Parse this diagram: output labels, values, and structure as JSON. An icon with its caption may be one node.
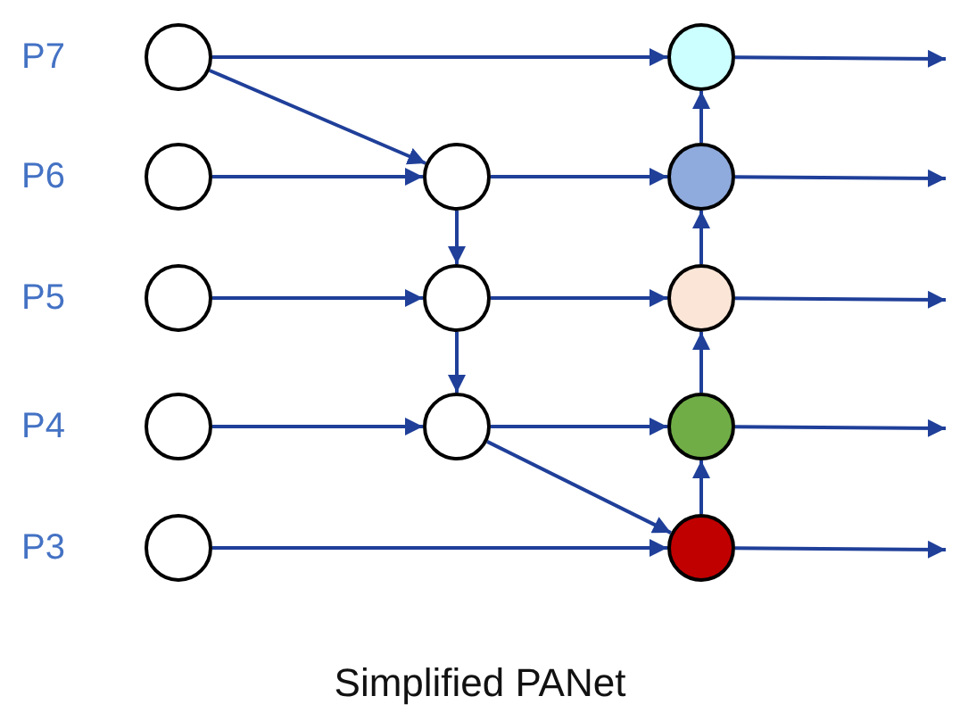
{
  "diagram": {
    "caption": "Simplified PANet",
    "nodes": [
      {
        "text": [],
        "shape": "circle"
      },
      {
        "text": [],
        "shape": "circle"
      },
      {
        "text": [],
        "shape": "circle"
      },
      {
        "text": [],
        "shape": "circle"
      },
      {
        "text": [],
        "shape": "circle"
      },
      {
        "text": [],
        "shape": "circle"
      },
      {
        "text": [],
        "shape": "circle"
      },
      {
        "text": [],
        "shape": "circle"
      },
      {
        "text": [],
        "shape": "circle"
      },
      {
        "text": [],
        "shape": "circle"
      },
      {
        "text": [],
        "shape": "circle"
      },
      {
        "text": [],
        "shape": "circle"
      },
      {
        "text": [],
        "shape": "circle"
      }
    ],
    "edges": [
      {
        "from": 0,
        "to": 1,
        "arrow": "to"
      },
      {
        "from": 0,
        "to": 3,
        "arrow": "to"
      },
      {
        "from": 2,
        "to": 3,
        "arrow": "to"
      },
      {
        "from": 3,
        "to": 4,
        "arrow": "to"
      },
      {
        "from": 3,
        "to": 6,
        "arrow": "to"
      },
      {
        "from": 5,
        "to": 6,
        "arrow": "to"
      },
      {
        "from": 6,
        "to": 7,
        "arrow": "to"
      },
      {
        "from": 6,
        "to": 9,
        "arrow": "to"
      },
      {
        "from": 8,
        "to": 9,
        "arrow": "to"
      },
      {
        "from": 9,
        "to": 10,
        "arrow": "to"
      },
      {
        "from": 9,
        "to": 12,
        "arrow": "to"
      },
      {
        "from": 11,
        "to": 12,
        "arrow": "to"
      },
      {
        "from": 12,
        "to": 10,
        "arrow": "to"
      },
      {
        "from": 10,
        "to": 7,
        "arrow": "to"
      },
      {
        "from": 7,
        "to": 4,
        "arrow": "to"
      },
      {
        "from": 4,
        "to": 1,
        "arrow": "to"
      },
      {
        "from": 1,
        "to": null,
        "arrow": "to"
      },
      {
        "from": 4,
        "to": null,
        "arrow": "to"
      },
      {
        "from": 7,
        "to": null,
        "arrow": "to"
      },
      {
        "from": 10,
        "to": null,
        "arrow": "to"
      },
      {
        "from": 12,
        "to": null,
        "arrow": "to"
      }
    ],
    "labels": [
      "P7",
      "P6",
      "P5",
      "P4",
      "P3"
    ]
  }
}
